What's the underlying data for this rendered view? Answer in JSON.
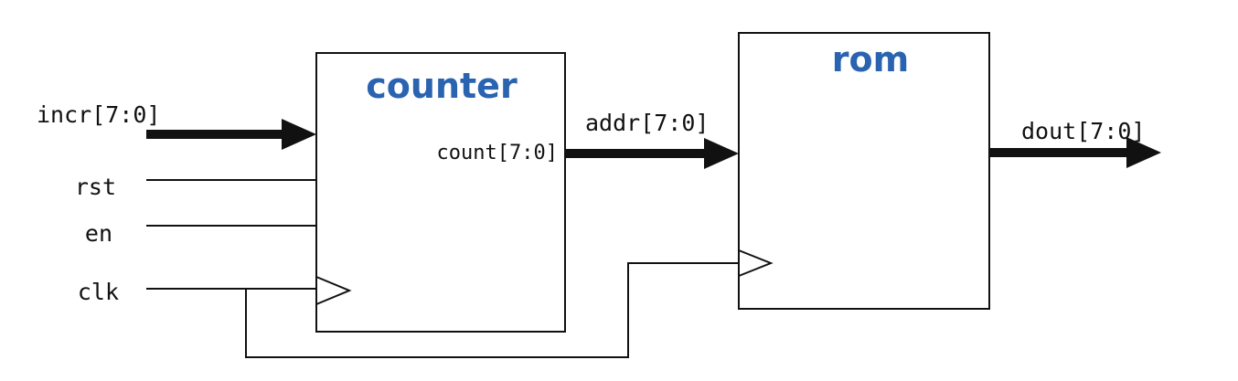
{
  "colors": {
    "title": "#2a63b0",
    "line": "#111111",
    "background": "#ffffff"
  },
  "blocks": {
    "counter": {
      "title": "counter",
      "port_count": "count[7:0]"
    },
    "rom": {
      "title": "rom"
    }
  },
  "signals": {
    "incr": "incr[7:0]",
    "rst": "rst",
    "en": "en",
    "clk": "clk",
    "addr": "addr[7:0]",
    "dout": "dout[7:0]"
  }
}
